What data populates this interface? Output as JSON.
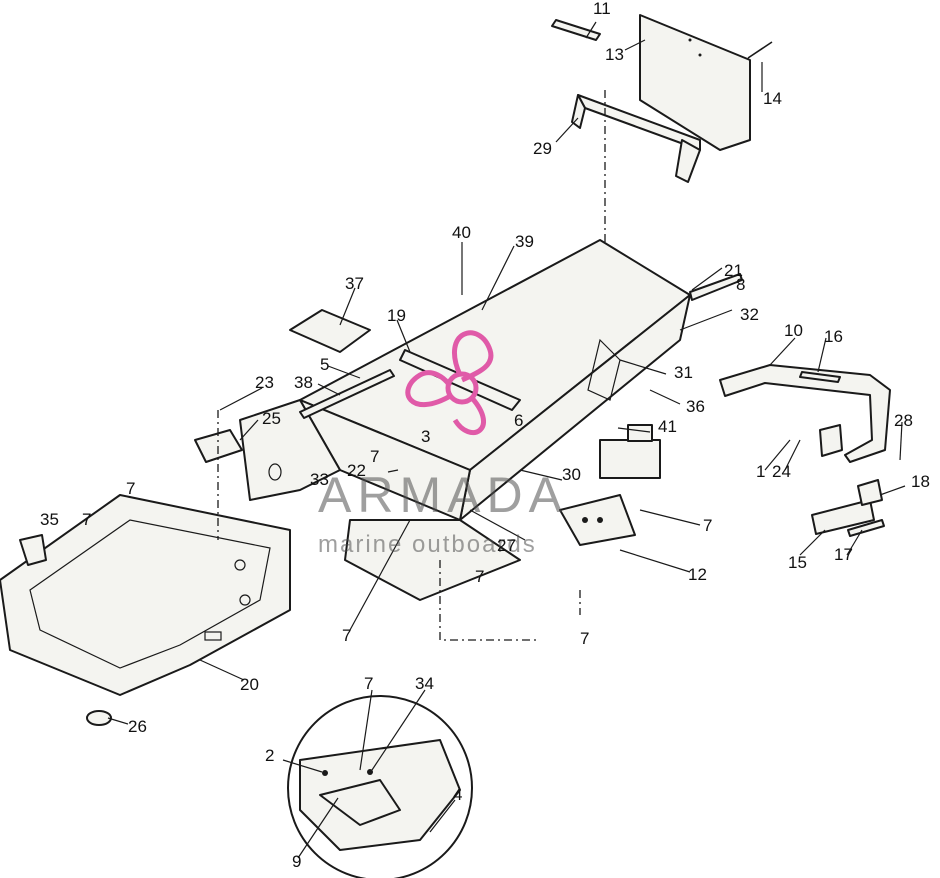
{
  "watermark": {
    "brand": "ARMADA",
    "tagline": "marine outboards",
    "accent_color": "#e05aa8"
  },
  "callouts": [
    "1",
    "2",
    "3",
    "4",
    "5",
    "6",
    "7",
    "8",
    "9",
    "10",
    "11",
    "12",
    "13",
    "14",
    "15",
    "16",
    "17",
    "18",
    "19",
    "20",
    "21",
    "22",
    "23",
    "24",
    "25",
    "26",
    "27",
    "28",
    "29",
    "30",
    "31",
    "32",
    "33",
    "34",
    "35",
    "36",
    "37",
    "38",
    "39",
    "40",
    "41"
  ],
  "labels": {
    "c1": "1",
    "c2": "2",
    "c3": "3",
    "c4": "4",
    "c5": "5",
    "c6": "6",
    "c7": "7",
    "c8": "8",
    "c9": "9",
    "c10": "10",
    "c11": "11",
    "c12": "12",
    "c13": "13",
    "c14": "14",
    "c15": "15",
    "c16": "16",
    "c17": "17",
    "c18": "18",
    "c19": "19",
    "c20": "20",
    "c21": "21",
    "c22": "22",
    "c23": "23",
    "c24": "24",
    "c25": "25",
    "c26": "26",
    "c27": "27",
    "c28": "28",
    "c29": "29",
    "c30": "30",
    "c31": "31",
    "c32": "32",
    "c33": "33",
    "c34": "34",
    "c35": "35",
    "c36": "36",
    "c37": "37",
    "c38": "38",
    "c39": "39",
    "c40": "40",
    "c41": "41"
  }
}
